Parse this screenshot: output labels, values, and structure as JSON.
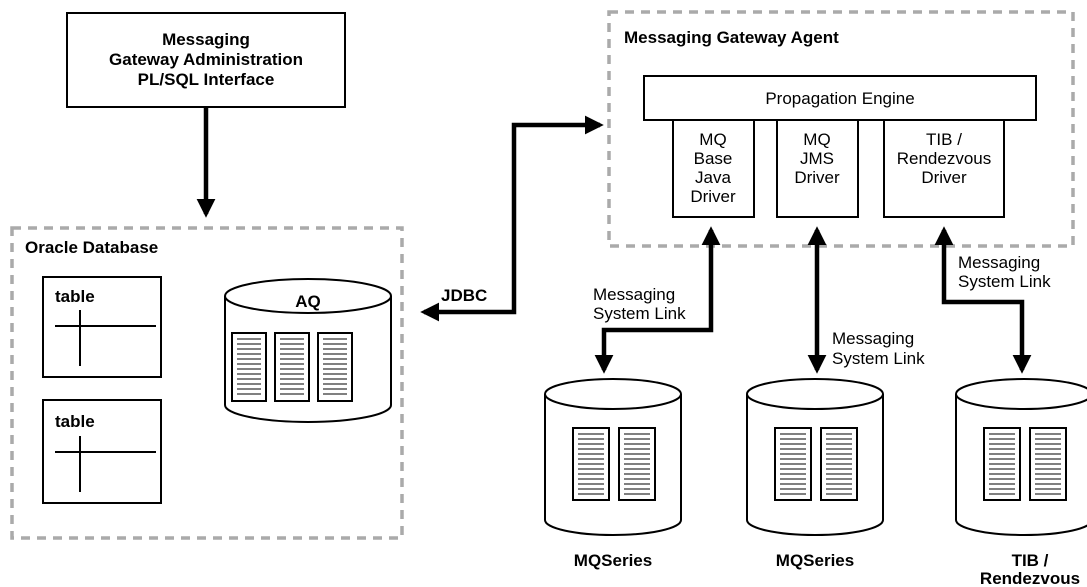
{
  "admin_box": {
    "lines": [
      "Messaging",
      "Gateway Administration",
      "PL/SQL Interface"
    ]
  },
  "oracle_db": {
    "title": "Oracle Database",
    "table_label": "table",
    "aq_label": "AQ"
  },
  "gateway_agent": {
    "title": "Messaging Gateway Agent",
    "engine_label": "Propagation Engine",
    "drivers": [
      {
        "lines": [
          "MQ",
          "Base",
          "Java",
          "Driver"
        ]
      },
      {
        "lines": [
          "MQ",
          "JMS",
          "Driver"
        ]
      },
      {
        "lines": [
          "TIB /",
          "Rendezvous",
          "Driver"
        ]
      }
    ]
  },
  "links": {
    "jdbc": "JDBC",
    "system_link_1": "Messaging",
    "system_link_2": "System Link"
  },
  "stores": [
    {
      "lines": [
        "MQSeries"
      ]
    },
    {
      "lines": [
        "MQSeries"
      ]
    },
    {
      "lines": [
        "TIB /",
        "Rendezvous"
      ]
    }
  ],
  "colors": {
    "stroke": "#000000",
    "dash": "#aaaaaa",
    "fill": "#ffffff"
  }
}
